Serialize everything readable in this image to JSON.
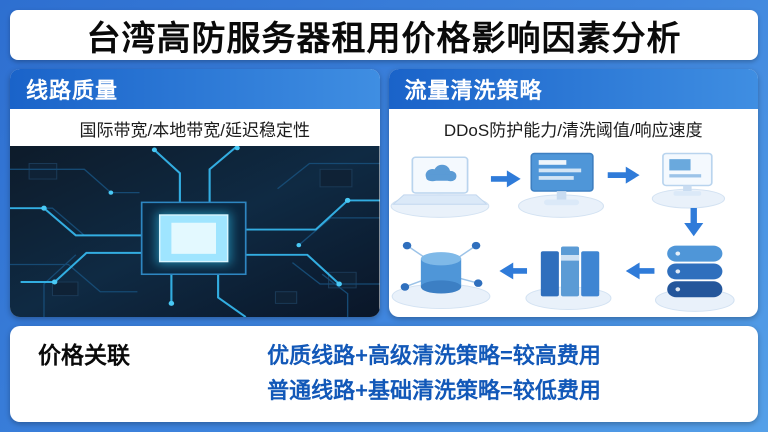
{
  "title": "台湾高防服务器租用价格影响因素分析",
  "cards": {
    "line_quality": {
      "header": "线路质量",
      "description": "国际带宽/本地带宽/延迟稳定性"
    },
    "traffic_cleaning": {
      "header": "流量清洗策略",
      "description": "DDoS防护能力/清洗阈值/响应速度"
    }
  },
  "price_relation": {
    "header": "价格关联",
    "formulas": [
      "优质线路+高级清洗策略=较高费用",
      "普通线路+基础清洗策略=较低费用"
    ]
  },
  "colors": {
    "page_background": "#3e84dd",
    "card_header_gradient_start": "#1a63c9",
    "card_header_gradient_end": "#3f8ee2",
    "formula_text": "#1258b8",
    "diagram_accent": "#2f7bd9",
    "chip_glow": "#2ec4f0"
  }
}
